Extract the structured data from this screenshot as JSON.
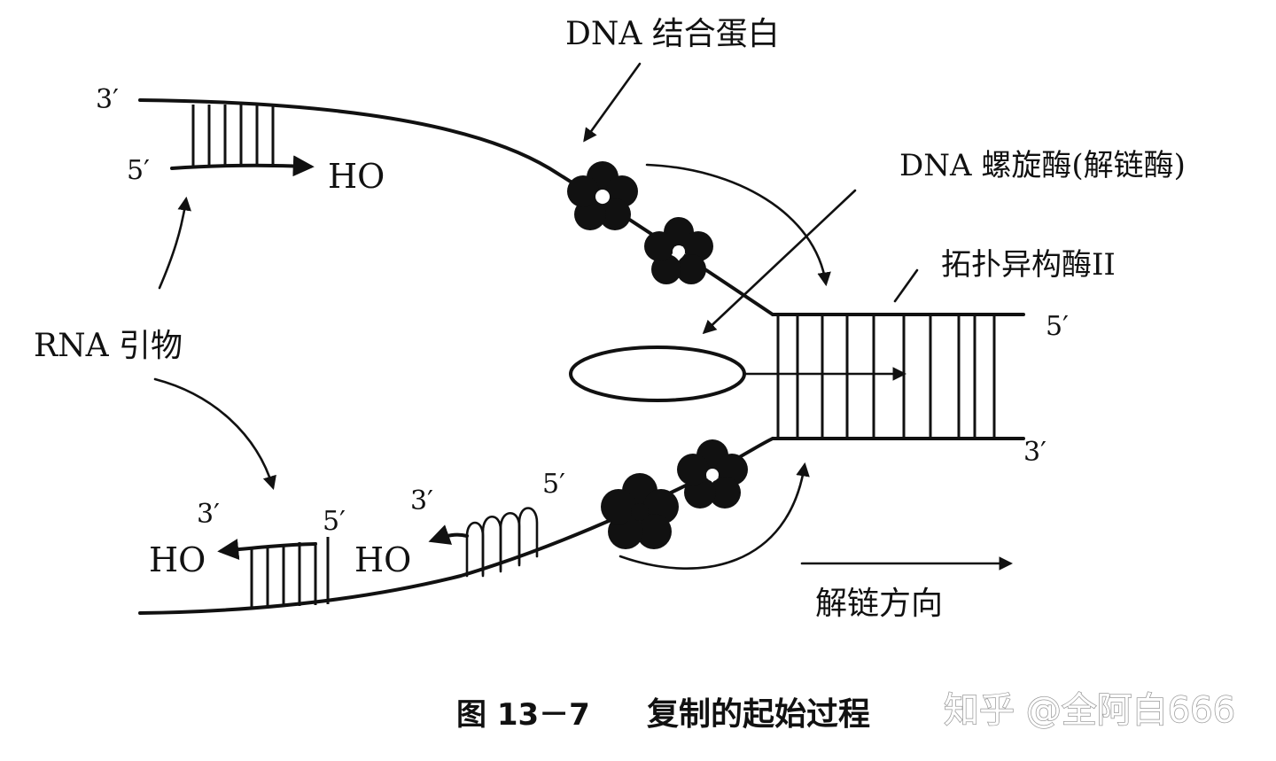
{
  "labels": {
    "dna_binding_protein": "DNA 结合蛋白",
    "helicase": "DNA 螺旋酶(解链酶)",
    "topoisomerase": "拓扑异构酶II",
    "rna_primer": "RNA 引物",
    "unwinding_direction": "解链方向",
    "end_3_top_left": "3′",
    "end_5_top_primer": "5′",
    "ho_top": "HO",
    "end_5_right_top": "5′",
    "end_3_right_bottom": "3′",
    "end_3_bottom_left": "3′",
    "end_5_bottom_mid": "5′",
    "end_3_bottom_primer2": "3′",
    "end_5_bottom_fork": "5′",
    "ho_bottom_left": "HO",
    "ho_bottom_mid": "HO"
  },
  "caption": {
    "figure_number": "图 13－7",
    "title": "复制的起始过程"
  },
  "watermark": "知乎 @全阿白666"
}
